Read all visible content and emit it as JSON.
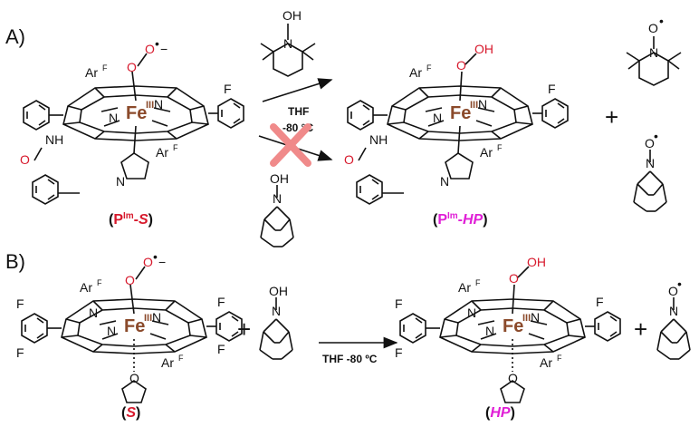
{
  "panels": {
    "a_label": "A)",
    "b_label": "B)"
  },
  "atoms": {
    "fe": "Fe",
    "fe_ox": "III",
    "n": "N",
    "o": "O",
    "oh": "OH",
    "arf": "Ar",
    "arf_sup": "F",
    "f": "F",
    "nh": "NH",
    "radical": "•",
    "anion": "−",
    "minus": "–"
  },
  "reaction_a": {
    "solvent": "THF",
    "temperature": "-80 °C",
    "reactant": {
      "open": "(",
      "p": "P",
      "sup": "Im",
      "dash": "-",
      "id": "S",
      "close": ")"
    },
    "product": {
      "open": "(",
      "p": "P",
      "sup": "Im",
      "dash": "-",
      "id": "HP",
      "close": ")"
    },
    "plus": "+"
  },
  "reaction_b": {
    "conditions": "THF -80 ºC",
    "reactant": {
      "open": "(",
      "id": "S",
      "close": ")"
    },
    "product": {
      "open": "(",
      "id": "HP",
      "close": ")"
    },
    "plus_1": "+",
    "plus_2": "+"
  },
  "colors": {
    "oxygen": "#d7192c",
    "iron": "#8b4a2b",
    "product_label": "#e01fd6",
    "reactant_label": "#d7192c",
    "cross": "#f08a8a"
  }
}
